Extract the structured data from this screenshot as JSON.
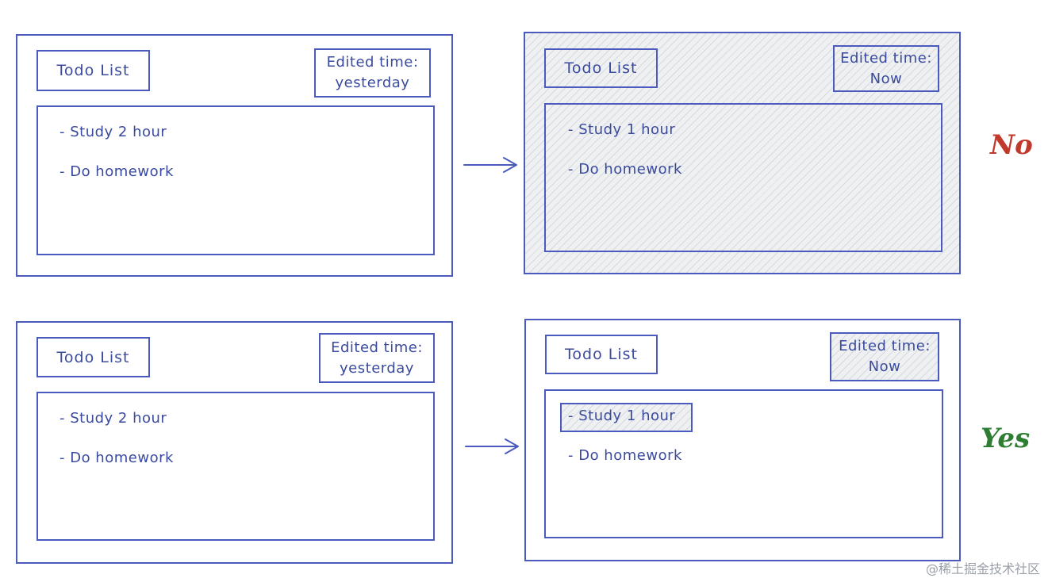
{
  "panels": {
    "top_before": {
      "title": "Todo List",
      "edited_label": "Edited time:",
      "edited_value": "yesterday",
      "items": [
        "- Study 2 hour",
        "- Do homework"
      ]
    },
    "top_after": {
      "title": "Todo List",
      "edited_label": "Edited time:",
      "edited_value": "Now",
      "items": [
        "- Study 1 hour",
        "- Do homework"
      ]
    },
    "bottom_before": {
      "title": "Todo List",
      "edited_label": "Edited time:",
      "edited_value": "yesterday",
      "items": [
        "- Study 2 hour",
        "- Do homework"
      ]
    },
    "bottom_after": {
      "title": "Todo List",
      "edited_label": "Edited time:",
      "edited_value": "Now",
      "items": [
        "- Study 1 hour",
        "- Do homework"
      ]
    }
  },
  "verdicts": {
    "top": "No",
    "bottom": "Yes"
  },
  "colors": {
    "stroke": "#4a5bbd",
    "no": "#c0392b",
    "yes": "#2e7d32"
  },
  "watermark": "@稀土掘金技术社区"
}
